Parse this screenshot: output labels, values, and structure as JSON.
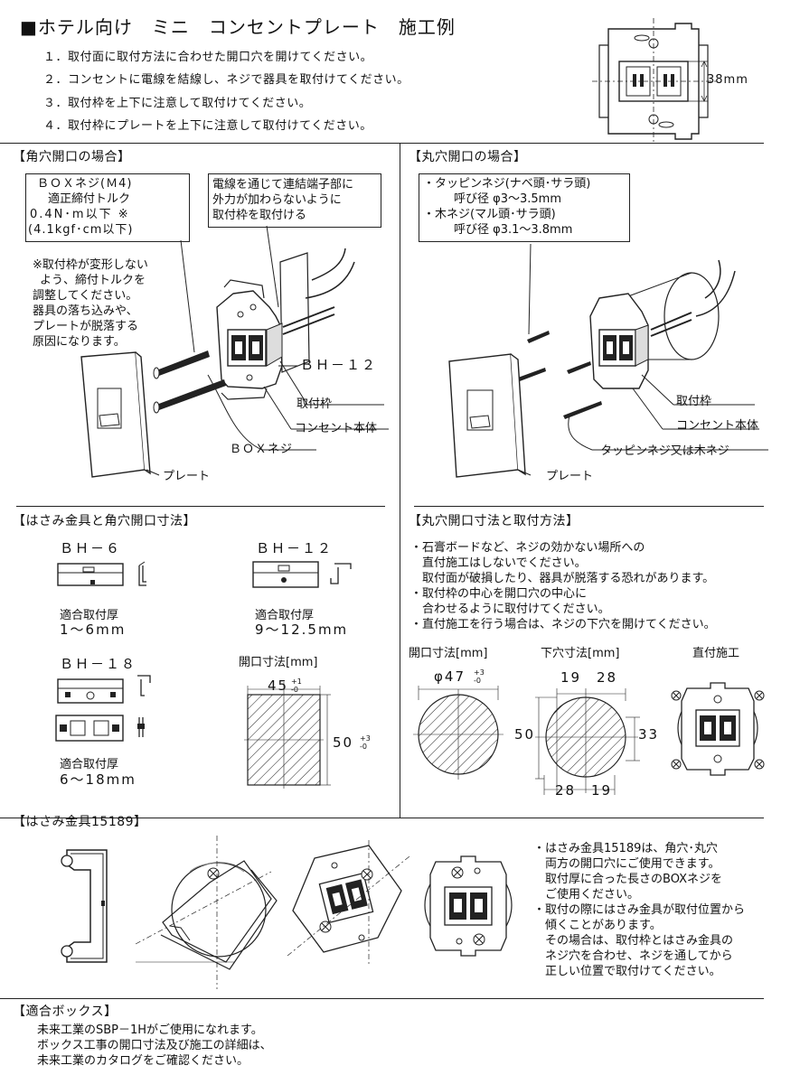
{
  "header": {
    "title": "■ホテル向け　ミニ　コンセントプレート　施工例",
    "steps": [
      "１．取付面に取付方法に合わせた開口穴を開けてください。",
      "２．コンセントに電線を結線し、ネジで器具を取付けてください。",
      "３．取付枠を上下に注意して取付けてください。",
      "４．取付枠にプレートを上下に注意して取付けてください。"
    ],
    "dim_38": "38mm"
  },
  "square": {
    "heading": "【角穴開口の場合】",
    "box_screw_note": [
      "ＢＯＸネジ(Ｍ4)",
      "適正締付トルク",
      "0.4N･m以下 ※",
      "(4.1kgf･cm以下)"
    ],
    "wire_note": [
      "電線を通じて連結端子部に",
      "外力が加わらないように",
      "取付枠を取付ける"
    ],
    "warning": [
      "※取付枠が変形しない",
      "よう、締付トルクを",
      "調整してください。",
      "器具の落ち込みや、",
      "プレートが脱落する",
      "原因になります。"
    ],
    "label_bh12": "ＢＨ－１２",
    "label_frame": "取付枠",
    "label_outlet": "コンセント本体",
    "label_boxscrew": "ＢＯＸネジ",
    "label_plate": "プレート"
  },
  "round": {
    "heading": "【丸穴開口の場合】",
    "screw_note": [
      "・タッピンネジ(ナベ頭･サラ頭)",
      "呼び径 φ3～3.5mm",
      "・木ネジ(マル頭･サラ頭)",
      "呼び径 φ3.1～3.8mm"
    ],
    "label_frame": "取付枠",
    "label_outlet": "コンセント本体",
    "label_screw": "タッピンネジ又は木ネジ",
    "label_plate": "プレート"
  },
  "clamp": {
    "heading": "【はさみ金具と角穴開口寸法】",
    "bh6": "ＢＨ－６",
    "bh6_label": "適合取付厚",
    "bh6_range": "1～6mm",
    "bh12": "ＢＨ－１２",
    "bh12_label": "適合取付厚",
    "bh12_range": "9～12.5mm",
    "bh18": "ＢＨ－１８",
    "bh18_label": "適合取付厚",
    "bh18_range": "6～18mm",
    "opening_title": "開口寸法[mm]",
    "dim_45": "45",
    "dim_45_tol": "+1 -0",
    "dim_50": "50",
    "dim_50_tol": "+3 -0"
  },
  "round_dims": {
    "heading": "【丸穴開口寸法と取付方法】",
    "notes": [
      "・石膏ボードなど、ネジの効かない場所への",
      "　直付施工はしないでください。",
      "　取付面が破損したり、器具が脱落する恐れがあります。",
      "・取付枠の中心を開口穴の中心に",
      "　合わせるように取付けてください。",
      "・直付施工を行う場合は、ネジの下穴を開けてください。"
    ],
    "opening_title": "開口寸法[mm]",
    "pilot_title": "下穴寸法[mm]",
    "direct_title": "直付施工",
    "phi47": "φ47",
    "phi47_tol": "+3 -0",
    "d19a": "19",
    "d28a": "28",
    "d50": "50",
    "d33": "33",
    "d28b": "28",
    "d19b": "19"
  },
  "clamp15189": {
    "heading": "【はさみ金具15189】",
    "notes": [
      "・はさみ金具15189は、角穴･丸穴",
      "　両方の開口穴にご使用できます。",
      "　取付厚に合った長さのBOXネジを",
      "　ご使用ください。",
      "・取付の際にはさみ金具が取付位置から",
      "　傾くことがあります。",
      "　その場合は、取付枠とはさみ金具の",
      "　ネジ穴を合わせ、ネジを通してから",
      "　正しい位置で取付けてください。"
    ]
  },
  "box": {
    "heading": "【適合ボックス】",
    "lines": [
      "　未来工業のSBP－1Hがご使用になれます。",
      "　ボックス工事の開口寸法及び施工の詳細は、",
      "　未来工業のカタログをご確認ください。"
    ]
  }
}
